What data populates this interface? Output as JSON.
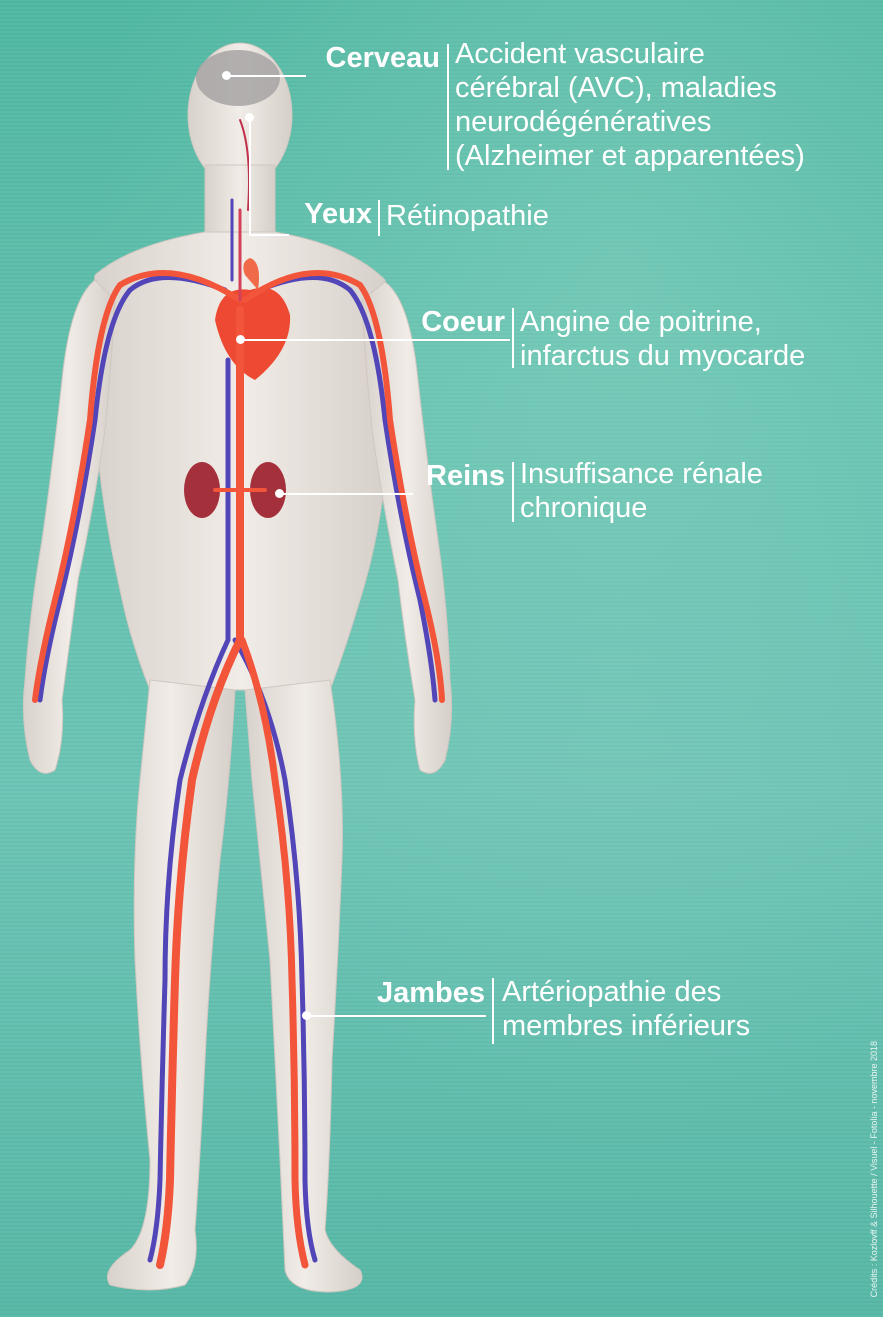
{
  "colors": {
    "background": "#5cbfaa",
    "artery": "#f2553a",
    "vein": "#5145b8",
    "skin": "#e8e2dc",
    "text": "#ffffff"
  },
  "labels": [
    {
      "organ": "Cerveau",
      "description": [
        "Accident vasculaire",
        "cérébral (AVC), maladies",
        "neurodégénératives",
        "(Alzheimer et apparentées)"
      ]
    },
    {
      "organ": "Yeux",
      "description": [
        "Rétinopathie"
      ]
    },
    {
      "organ": "Coeur",
      "description": [
        "Angine de poitrine,",
        "infarctus du myocarde"
      ]
    },
    {
      "organ": "Reins",
      "description": [
        "Insuffisance rénale",
        "chronique"
      ]
    },
    {
      "organ": "Jambes",
      "description": [
        "Artériopathie des",
        "membres inférieurs"
      ]
    }
  ],
  "credit": "Crédits : Kozlovff & Silhouette / Visuel - Fotolia - novembre 2018"
}
